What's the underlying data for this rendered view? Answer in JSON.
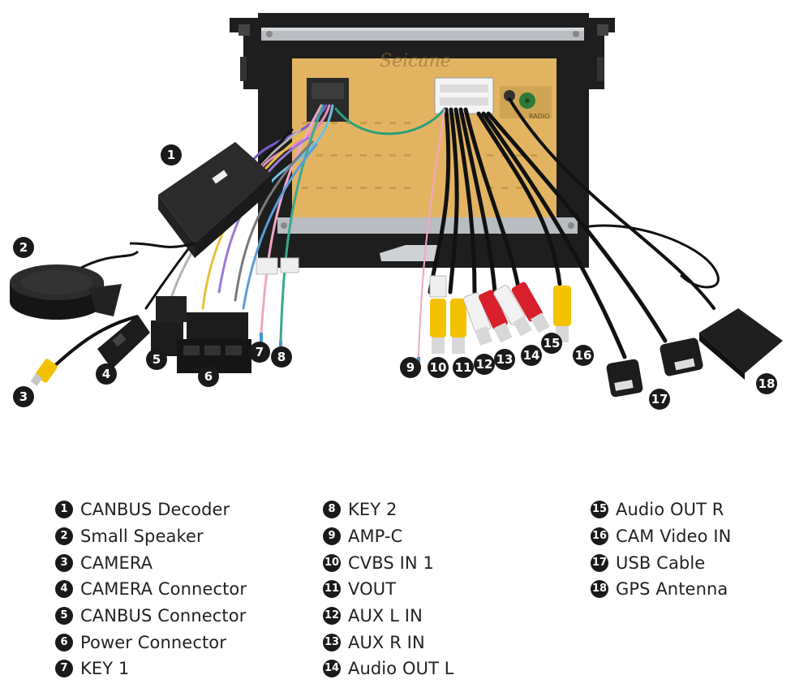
{
  "brand_watermark": "Seicane",
  "unit_labels": {
    "radio": "RADIO"
  },
  "components": [
    {
      "number": "1",
      "label": "CANBUS Decoder"
    },
    {
      "number": "2",
      "label": "Small Speaker"
    },
    {
      "number": "3",
      "label": "CAMERA"
    },
    {
      "number": "4",
      "label": "CAMERA Connector"
    },
    {
      "number": "5",
      "label": "CANBUS Connector"
    },
    {
      "number": "6",
      "label": "Power Connector"
    },
    {
      "number": "7",
      "label": "KEY 1"
    },
    {
      "number": "8",
      "label": "KEY 2"
    },
    {
      "number": "9",
      "label": "AMP-C"
    },
    {
      "number": "10",
      "label": "CVBS IN 1"
    },
    {
      "number": "11",
      "label": "VOUT"
    },
    {
      "number": "12",
      "label": "AUX L IN"
    },
    {
      "number": "13",
      "label": "AUX R IN"
    },
    {
      "number": "14",
      "label": "Audio OUT L"
    },
    {
      "number": "15",
      "label": "Audio OUT R"
    },
    {
      "number": "16",
      "label": "CAM Video IN"
    },
    {
      "number": "17",
      "label": "USB Cable"
    },
    {
      "number": "18",
      "label": "GPS Antenna"
    }
  ],
  "colors": {
    "callout_bg": "#1a1a1a",
    "chassis_gold": "#e2b462",
    "frame_black": "#1e1e1e",
    "rca_yellow": "#f2c200",
    "rca_red": "#d8202c",
    "rca_white": "#f2f2f2"
  }
}
